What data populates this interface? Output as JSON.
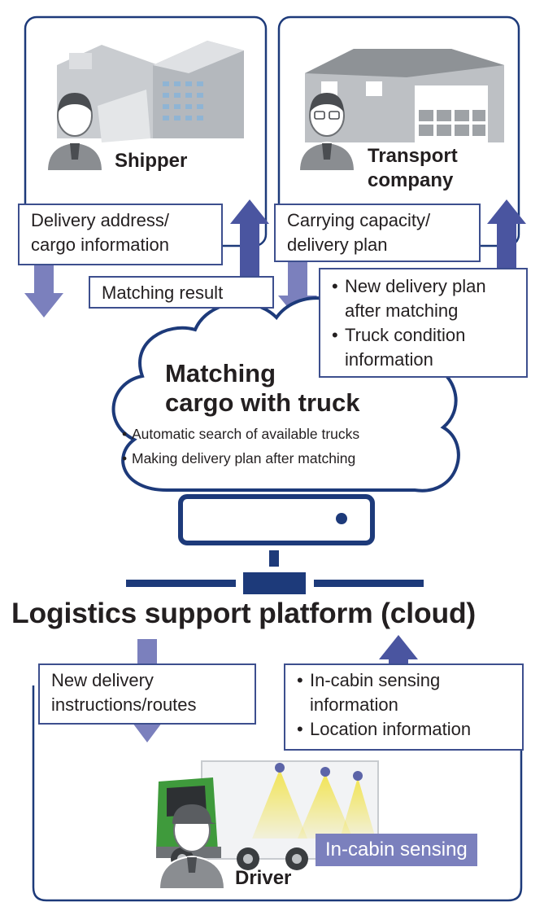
{
  "shipper": {
    "name": "Shipper"
  },
  "transport": {
    "name_line1": "Transport",
    "name_line2": "company"
  },
  "flows": {
    "shipper_up": [
      "Delivery address/",
      "cargo information"
    ],
    "matching_result": "Matching result",
    "transport_up": [
      "Carrying capacity/",
      "delivery plan"
    ],
    "transport_down": [
      "New delivery plan after matching",
      "Truck condition information"
    ]
  },
  "cloud": {
    "title_line1": "Matching",
    "title_line2": "cargo with truck",
    "bullets": [
      "Automatic search of available trucks",
      "Making delivery plan after matching"
    ]
  },
  "platform": {
    "title": "Logistics support platform (cloud)"
  },
  "driver_flows": {
    "down": [
      "New delivery",
      "instructions/routes"
    ],
    "up": [
      "In-cabin sensing information",
      "Location information"
    ]
  },
  "driver": {
    "name": "Driver",
    "sensing_label": "In-cabin sensing"
  },
  "colors": {
    "frame_blue": "#1d3a7a",
    "box_border": "#3d4f8e",
    "arrow_light": "#7b80bd",
    "arrow_dark": "#4a55a0",
    "truck_green": "#3f9a3c",
    "sensor_yellow": "#f2e34b"
  }
}
